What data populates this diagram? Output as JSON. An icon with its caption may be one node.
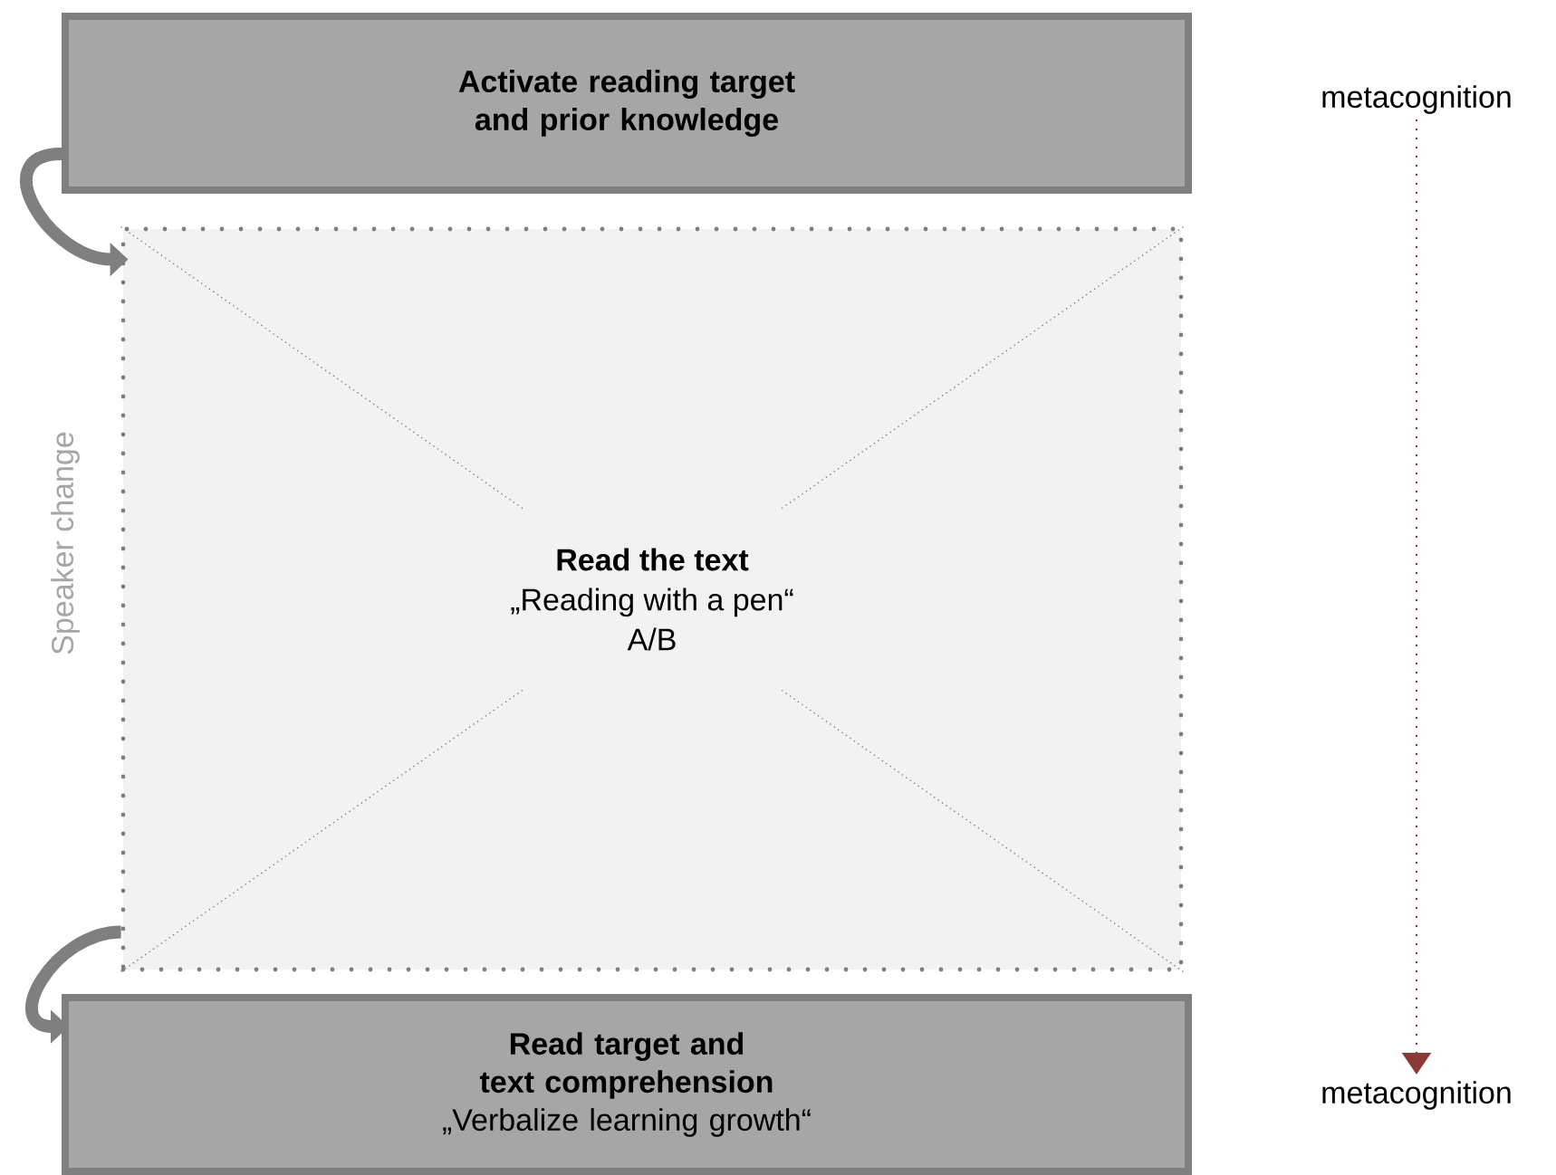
{
  "diagram": {
    "nodes": [
      {
        "text": [
          "Activate reading target and prior knowledge"
        ]
      },
      {
        "text": [
          "Read the text",
          "„Reading with a pen“",
          "A/B"
        ]
      },
      {
        "text": [
          "Read target and text comprehension",
          "„Verbalize learning growth“"
        ]
      },
      {
        "text": [
          "metacognition"
        ]
      },
      {
        "text": [
          "metacognition"
        ]
      }
    ],
    "edges": [
      {
        "from": 0,
        "to": 1,
        "arrow": "to"
      },
      {
        "from": 1,
        "to": 2,
        "arrow": "to"
      },
      {
        "from": 3,
        "to": 4,
        "arrow": "to",
        "style": "dashed",
        "color": "#8b3a3a"
      }
    ],
    "labels": [
      "Speaker change"
    ]
  }
}
